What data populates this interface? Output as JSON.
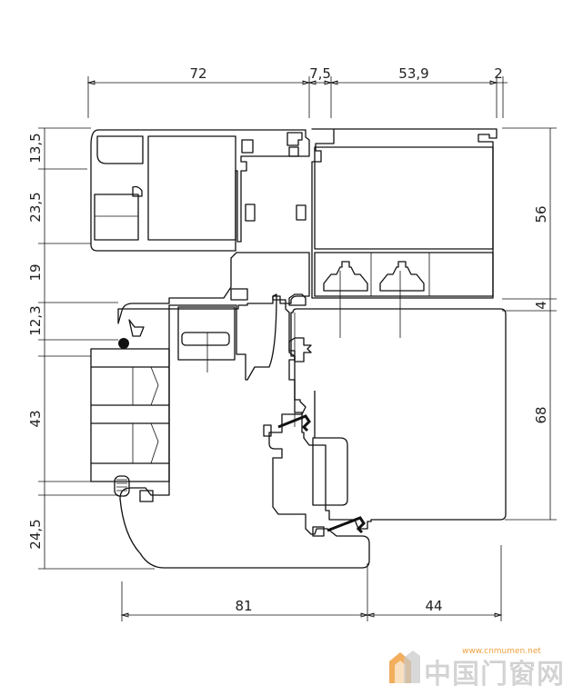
{
  "drawing": {
    "title": "Window profile cross-section",
    "dimensions": {
      "top": [
        "72",
        "7,5",
        "53,9",
        "2"
      ],
      "left": [
        "13,5",
        "23,5",
        "19",
        "12,3",
        "43",
        "24,5"
      ],
      "right": [
        "56",
        "4",
        "68"
      ],
      "bottom": [
        "81",
        "44"
      ]
    }
  },
  "watermark": {
    "url": "www.cnmumen.net",
    "name": "中国门窗网",
    "logo_icon": "house-logo-icon"
  }
}
